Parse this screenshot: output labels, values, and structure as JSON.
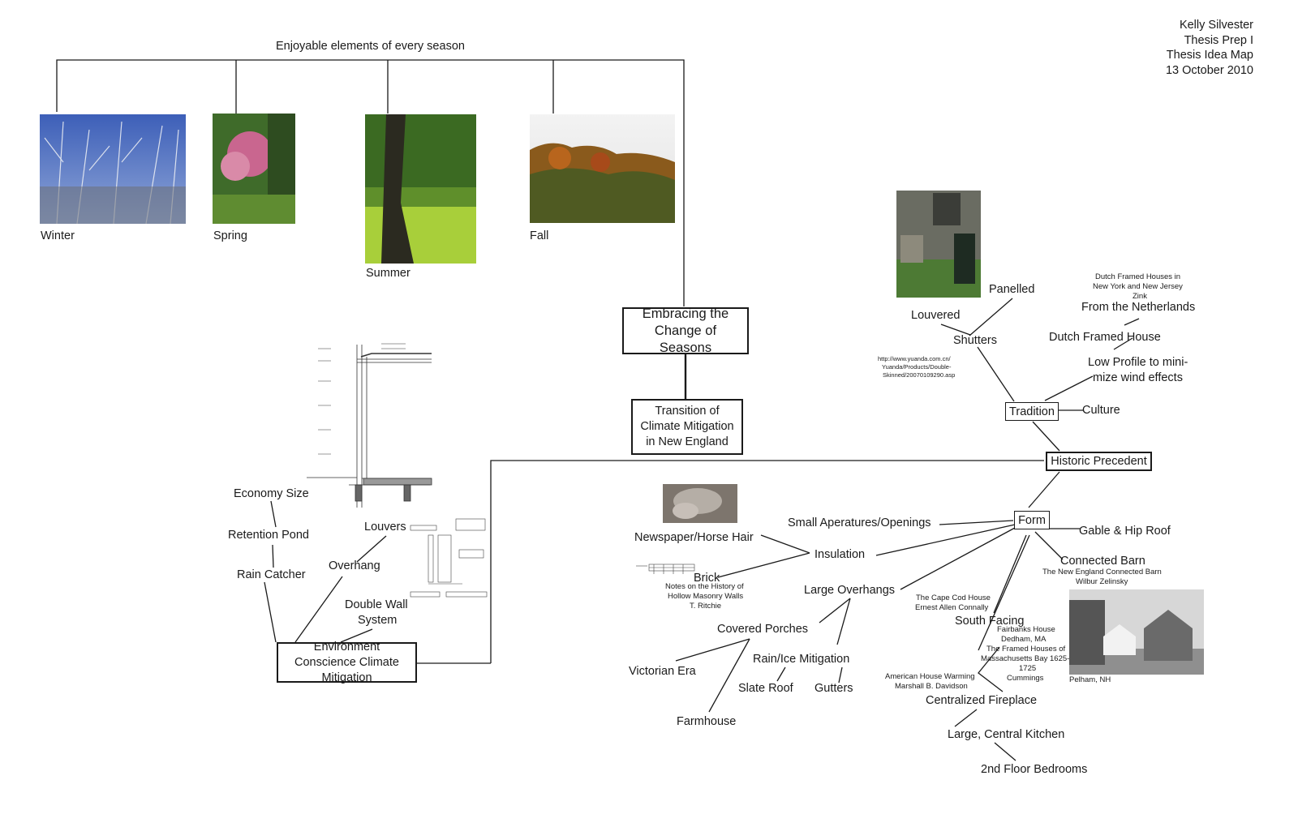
{
  "credit": {
    "author": "Kelly Silvester",
    "course": "Thesis Prep I",
    "doc": "Thesis Idea Map",
    "date": "13 October 2010"
  },
  "seasons": {
    "heading": "Enjoyable elements of every season",
    "winter": "Winter",
    "spring": "Spring",
    "summer": "Summer",
    "fall": "Fall"
  },
  "nodes": {
    "embracing": "Embracing the Change of Seasons",
    "transition": "Transition of Climate Mitigation in New England",
    "historic": "Historic Precedent",
    "environment": "Environment Conscience Climate Mitigation",
    "tradition": "Tradition",
    "form": "Form"
  },
  "environment": {
    "economy": "Economy Size",
    "retention": "Retention Pond",
    "rain_catcher": "Rain Catcher",
    "louvers": "Louvers",
    "overhang": "Overhang",
    "double_wall_1": "Double Wall",
    "double_wall_2": "System"
  },
  "tradition": {
    "panelled": "Panelled",
    "louvered": "Louvered",
    "shutters": "Shutters",
    "shutters_src_1": "http://www.yuanda.com.cn/",
    "shutters_src_2": "Yuanda/Products/Double-",
    "shutters_src_3": "Skinned/20070109290.asp",
    "dutch_ref_1": "Dutch Framed Houses in",
    "dutch_ref_2": "New York and New Jersey",
    "dutch_ref_3": "Zink",
    "netherlands": "From the Netherlands",
    "dutch_house": "Dutch Framed House",
    "low_profile_1": "Low Profile to mini-",
    "low_profile_2": "mize wind effects",
    "culture": "Culture"
  },
  "form": {
    "small_apertures": "Small Aperatures/Openings",
    "gable": "Gable & Hip Roof",
    "insulation": "Insulation",
    "newspaper": "Newspaper/Horse Hair",
    "brick": "Brick",
    "brick_ref_1": "Notes on the History of",
    "brick_ref_2": "Hollow Masonry Walls",
    "brick_ref_3": "T. Ritchie",
    "large_overhangs": "Large Overhangs",
    "covered_porches": "Covered Porches",
    "victorian": "Victorian Era",
    "farmhouse": "Farmhouse",
    "rain_ice": "Rain/Ice Mitigation",
    "slate_roof": "Slate Roof",
    "gutters": "Gutters",
    "connected_barn": "Connected Barn",
    "barn_ref_1": "The New England Connected Barn",
    "barn_ref_2": "Wilbur Zelinsky",
    "cape_ref_1": "The Cape Cod House",
    "cape_ref_2": "Ernest Allen Connally",
    "south_facing": "South Facing",
    "fairbanks_1": "Fairbanks House",
    "fairbanks_2": "Dedham, MA",
    "fairbanks_3": "The Framed Houses of",
    "fairbanks_4": "Massachusetts Bay 1625-",
    "fairbanks_5": "1725",
    "fairbanks_6": "Cummings",
    "pelham": "Pelham, NH",
    "warming_1": "American House Warming",
    "warming_2": "Marshall B. Davidson",
    "fireplace": "Centralized Fireplace",
    "kitchen": "Large, Central Kitchen",
    "bedrooms": "2nd Floor Bedrooms"
  }
}
